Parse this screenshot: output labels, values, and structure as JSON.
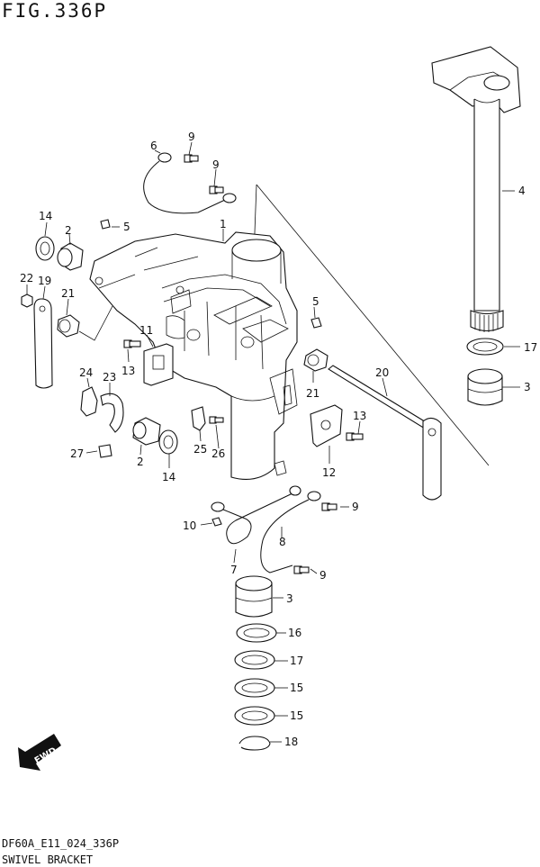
{
  "figure": {
    "title": "FIG.336P",
    "code": "DF60A_E11_024_336P",
    "name": "SWIVEL BRACKET",
    "direction_badge": "FWD"
  },
  "callouts": [
    "1",
    "2",
    "3",
    "4",
    "5",
    "6",
    "7",
    "8",
    "9",
    "10",
    "11",
    "12",
    "13",
    "14",
    "15",
    "16",
    "17",
    "18",
    "19",
    "20",
    "21",
    "22",
    "23",
    "24",
    "25",
    "26",
    "27"
  ]
}
